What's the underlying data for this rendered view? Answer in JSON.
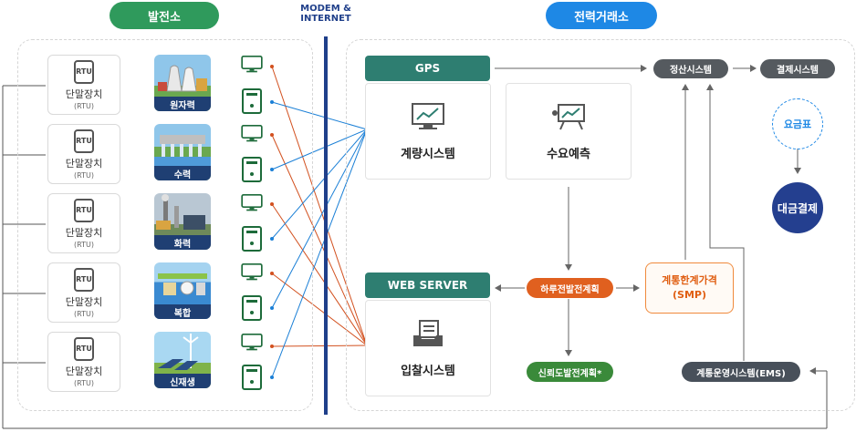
{
  "left_header": "발전소",
  "right_header": "전력거래소",
  "modem_line1": "MODEM &",
  "modem_line2": "INTERNET",
  "rtu": {
    "name": "단말장치",
    "sub": "(RTU)",
    "icon_text": "RTU"
  },
  "plants": [
    "원자력",
    "수력",
    "화력",
    "복합",
    "신재생"
  ],
  "gps": "GPS",
  "web_server": "WEB SERVER",
  "metering": "계량시스템",
  "demand_forecast": "수요예측",
  "bidding": "입찰시스템",
  "settlement": "정산시스템",
  "payment_system": "결제시스템",
  "tariff": "요금표",
  "bill_payment": "대금결제",
  "day_ahead_plan": "하루전발전계획",
  "smp_line1": "계통한계가격",
  "smp_line2": "(SMP)",
  "reliability_plan": "신뢰도발전계획*",
  "ems": "계통운영시스템(EMS)",
  "colors": {
    "green": "#2f9a5c",
    "blue": "#1e88e5",
    "navy": "#1f3f8a",
    "teal": "#2e7e71",
    "orange": "#e0601f",
    "red_line": "#d2501e",
    "blue_line": "#1a7fd6"
  }
}
